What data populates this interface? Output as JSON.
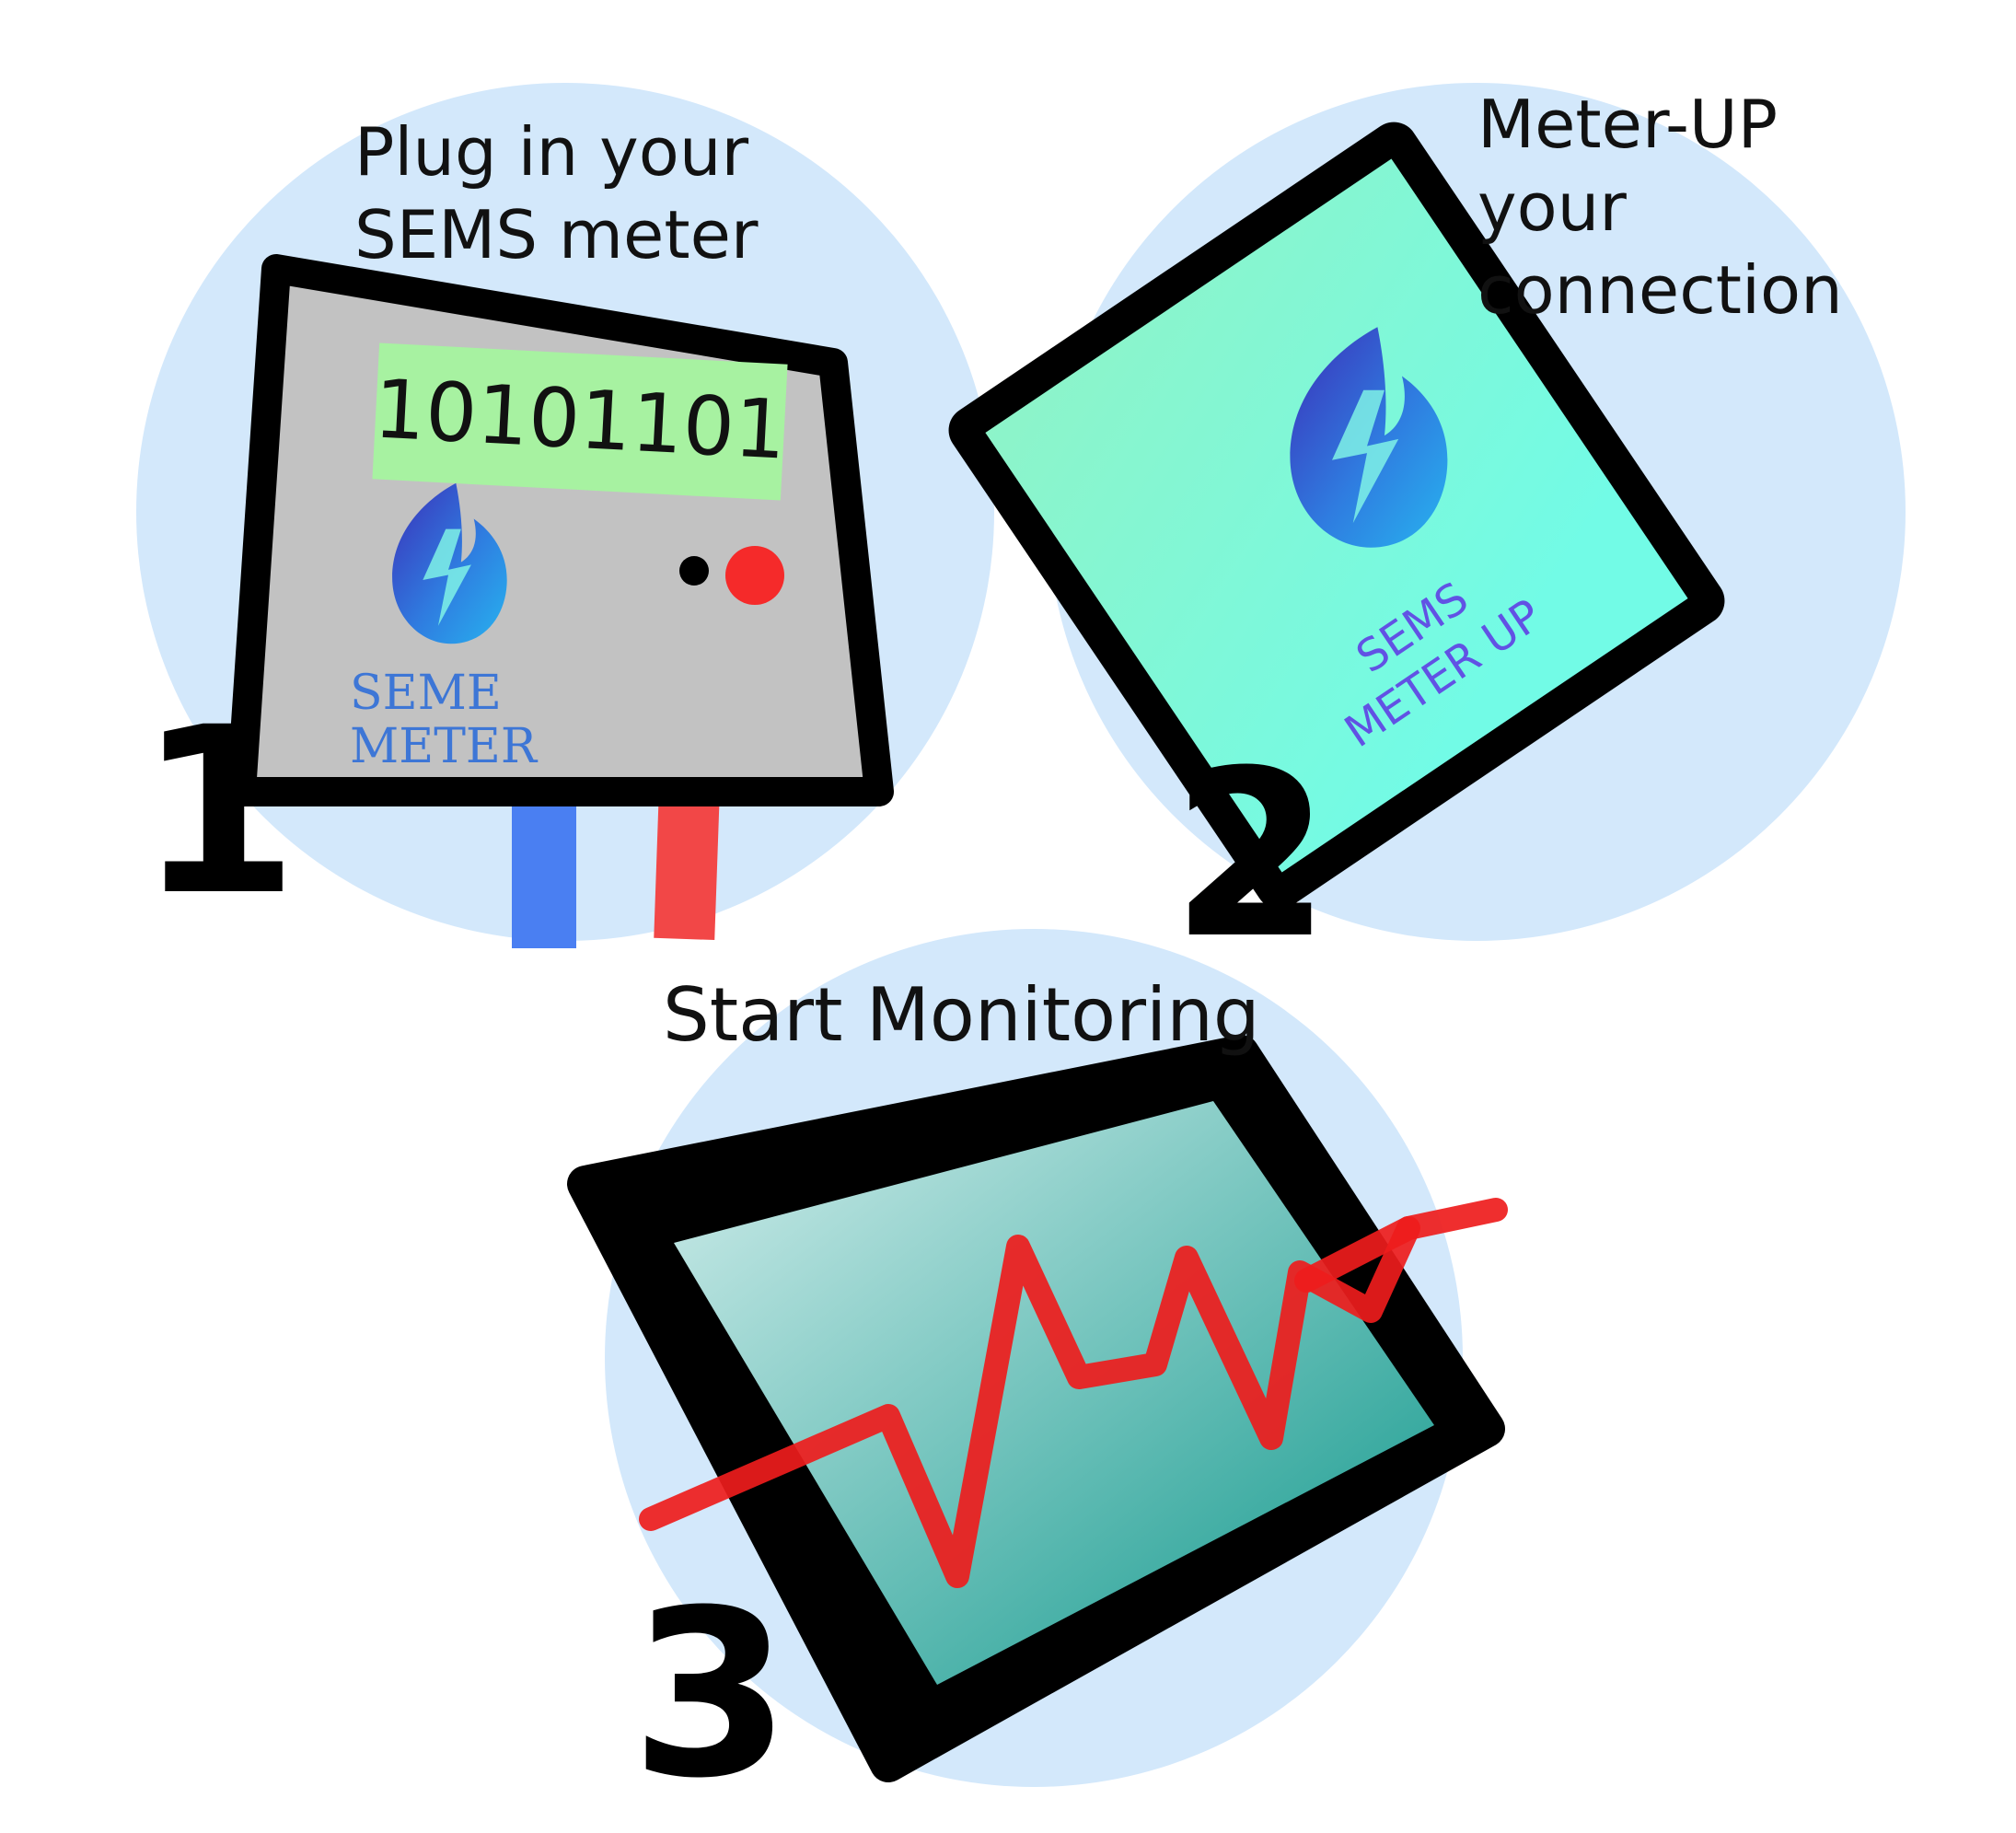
{
  "steps": [
    {
      "number": "1",
      "title_lines": [
        "Plug in your",
        "SEMS meter"
      ],
      "meter": {
        "display": "10101101",
        "brand_lines": [
          "SEME",
          "METER"
        ]
      }
    },
    {
      "number": "2",
      "title_lines": [
        "Meter-UP",
        "your",
        "connection"
      ],
      "tablet": {
        "brand_lines": [
          "SEMS",
          "METER UP"
        ]
      }
    },
    {
      "number": "3",
      "title_lines": [
        "Start Monitoring"
      ]
    }
  ],
  "colors": {
    "circle_fill": "#d3e8fb",
    "meter_face": "#c2c2c2",
    "display_green": "#a7f2a1",
    "led_red": "#f52a2a",
    "wire_blue": "#4a7ff2",
    "wire_red": "#f24747",
    "tablet_screen_top": "#8df4c9",
    "tablet_screen_bottom": "#72fbe6",
    "brand_blue": "#3d76d6",
    "brand_purple": "#6152e4",
    "monitor_screen_light": "#cdebe9",
    "monitor_screen_dark": "#0e978b",
    "pulse_red": "#ee1c1c"
  },
  "icons": [
    "flame-bolt-logo-icon",
    "pulse-line-icon"
  ]
}
